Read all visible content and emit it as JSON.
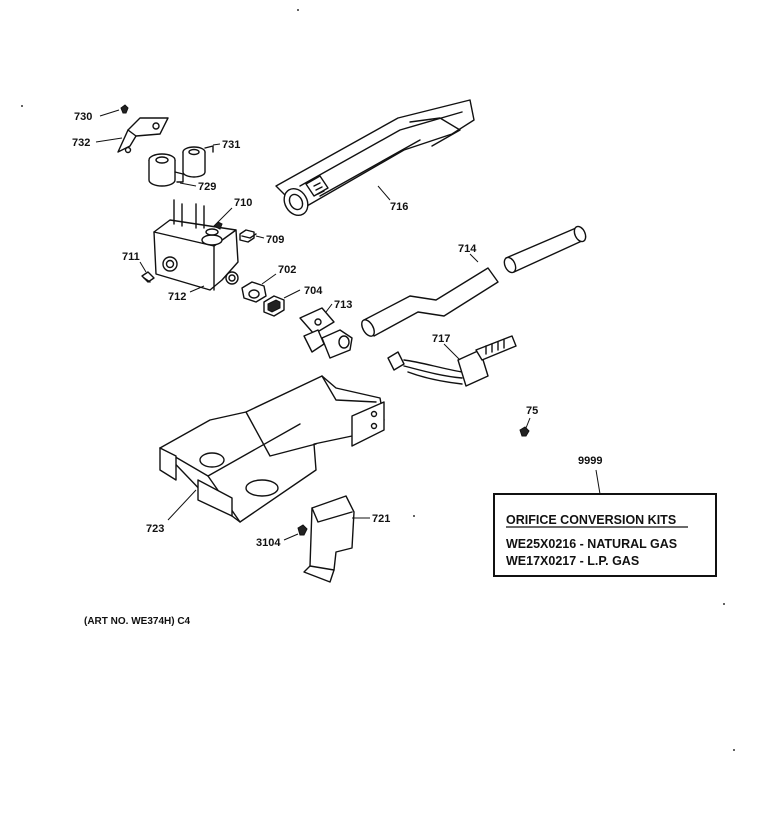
{
  "labels": {
    "p730": "730",
    "p732": "732",
    "p731": "731",
    "p729": "729",
    "p716": "716",
    "p710": "710",
    "p709": "709",
    "p711": "711",
    "p712": "712",
    "p702": "702",
    "p704": "704",
    "p713": "713",
    "p714": "714",
    "p717": "717",
    "p75": "75",
    "p9999": "9999",
    "p723": "723",
    "p721": "721",
    "p3104": "3104"
  },
  "kit_box": {
    "title": "ORIFICE CONVERSION KITS",
    "line1": "WE25X0216 - NATURAL GAS",
    "line2": "WE17X0217 - L.P. GAS"
  },
  "art_number": "(ART NO. WE374H) C4"
}
